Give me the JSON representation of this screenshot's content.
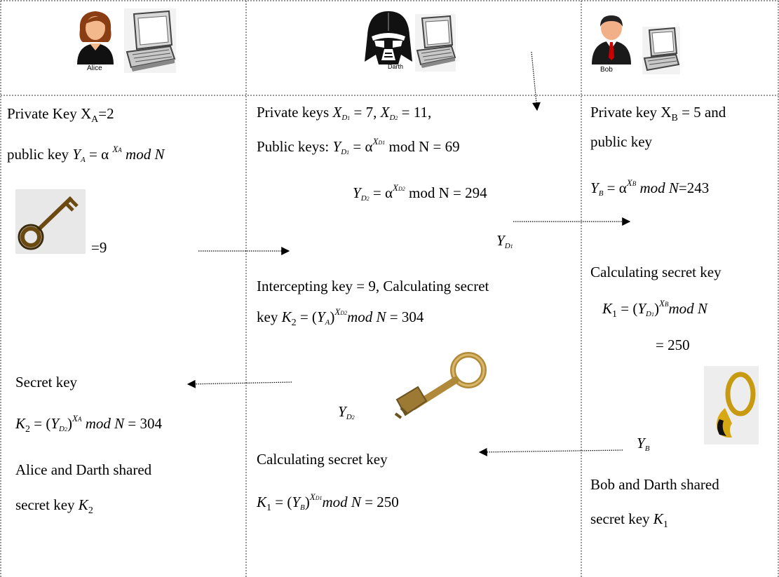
{
  "headers": {
    "alice": "Alice",
    "darth": "Darth",
    "bob": "Bob"
  },
  "alice": {
    "private_key": "Private Key  X",
    "private_key_sub": "A",
    "private_key_val": "=2",
    "public_key_prefix": "public key ",
    "key_eq": "=9",
    "secret_key_label": "Secret key",
    "secret_result": "= 304",
    "shared_line1": "Alice and Darth shared",
    "shared_line2": "secret key "
  },
  "darth": {
    "private_keys_prefix": "Private keys ",
    "private_keys_vals": "= 7,  ",
    "private_keys_vals2": "= 11,",
    "public_keys_prefix": "Public keys: ",
    "pub1_result": "mod N = 69",
    "pub2_result": "mod N = 294",
    "intercept_line1": "Intercepting    key = 9, Calculating secret",
    "intercept_line2_prefix": "key  ",
    "intercept_result": "= 304",
    "calc_label": "Calculating secret key",
    "calc_result": "= 250"
  },
  "bob": {
    "private_key": "Private key  X",
    "private_key_sub": "B",
    "private_key_val": " = 5 and",
    "public_key_label": "public key",
    "public_result": "=243",
    "calc_label": "Calculating secret key",
    "calc_result": "= 250",
    "shared_line1": "Bob and Darth shared",
    "shared_line2": "secret key "
  }
}
